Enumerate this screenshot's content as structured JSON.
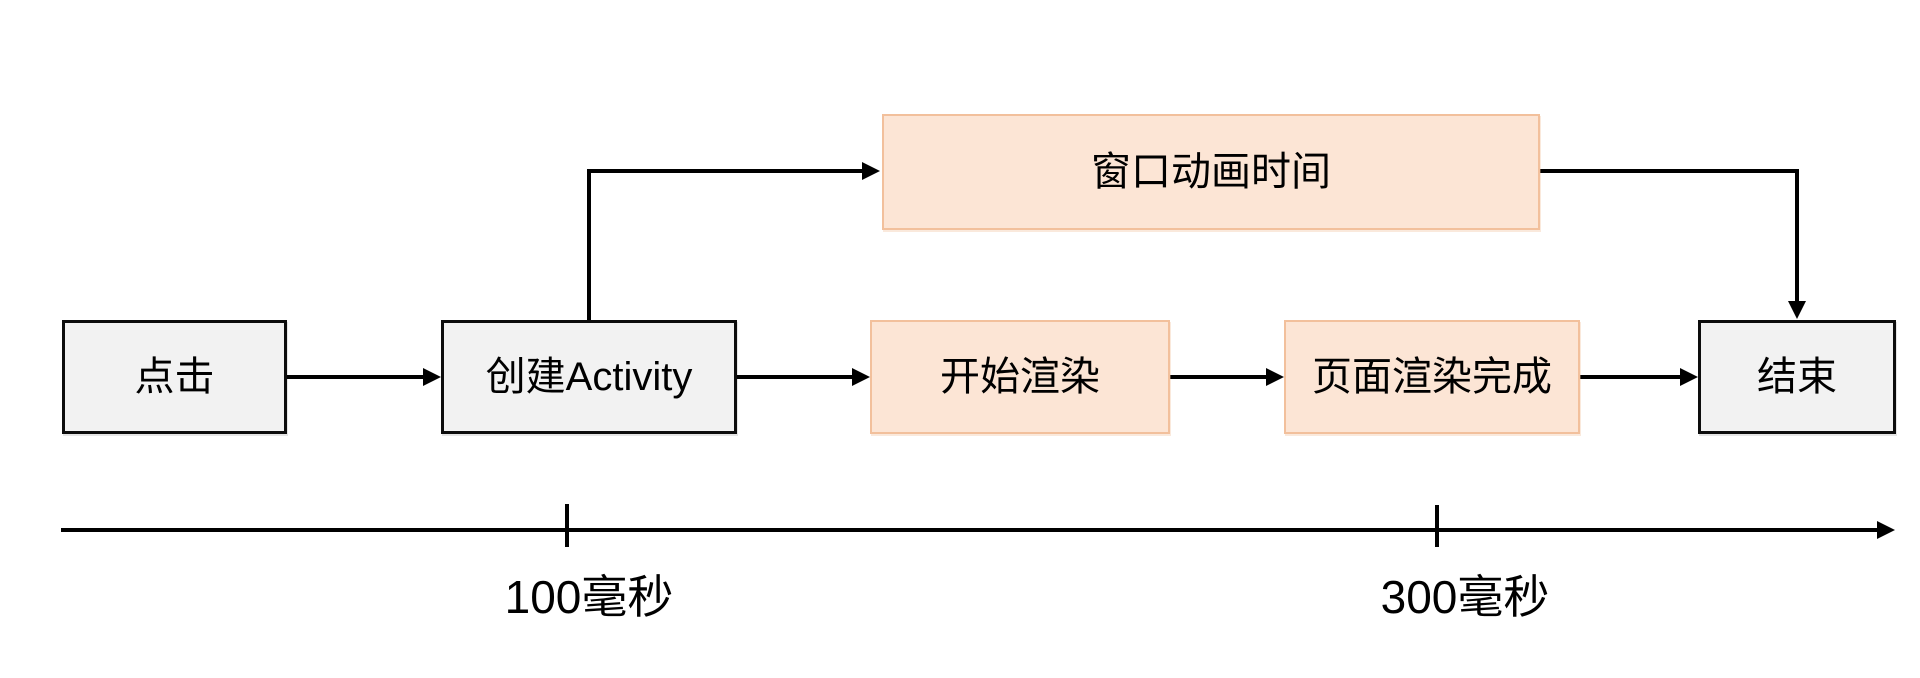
{
  "nodes": {
    "click": {
      "label": "点击"
    },
    "create_activity": {
      "label": "创建Activity"
    },
    "window_animation": {
      "label": "窗口动画时间"
    },
    "start_render": {
      "label": "开始渲染"
    },
    "render_complete": {
      "label": "页面渲染完成"
    },
    "end": {
      "label": "结束"
    }
  },
  "timeline": {
    "ticks": [
      {
        "label": "100毫秒"
      },
      {
        "label": "300毫秒"
      }
    ]
  },
  "colors": {
    "page_bg": "#ffffff",
    "node_gray_fill": "#f2f2f2",
    "node_gray_border": "#0d0d0d",
    "node_orange_fill": "#fce5d5",
    "node_orange_border": "#f2c09c",
    "line_color": "#000000"
  }
}
